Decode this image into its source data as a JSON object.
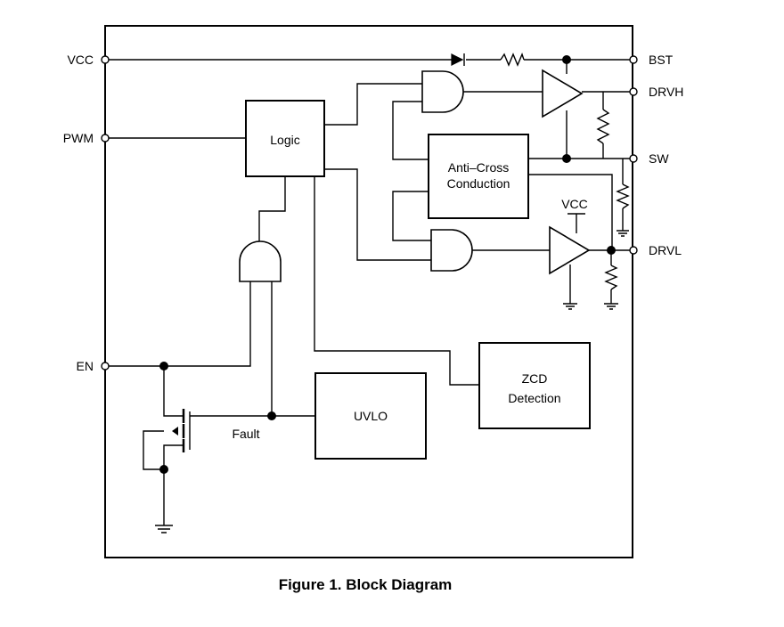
{
  "pins": {
    "vcc": "VCC",
    "pwm": "PWM",
    "en": "EN",
    "bst": "BST",
    "drvh": "DRVH",
    "sw": "SW",
    "drvl": "DRVL"
  },
  "blocks": {
    "logic": "Logic",
    "anti_cross": [
      "Anti–Cross",
      "Conduction"
    ],
    "zcd": [
      "ZCD",
      "Detection"
    ],
    "uvlo": "UVLO"
  },
  "labels": {
    "vcc_supply": "VCC",
    "fault": "Fault"
  },
  "caption": "Figure 1. Block Diagram"
}
